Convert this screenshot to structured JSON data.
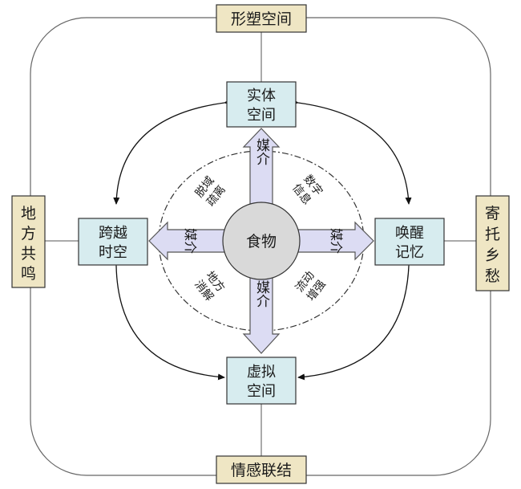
{
  "outer_labels": {
    "top": "形塑空间",
    "bottom": "情感联结",
    "left": "地方共鸣",
    "right": "寄托乡愁"
  },
  "inner_boxes": {
    "top": "实体空间",
    "bottom": "虚拟空间",
    "left": "跨越时空",
    "right": "唤醒记忆"
  },
  "center": "食物",
  "medium_label": "媒介",
  "quadrant_labels": {
    "top_left": "脱域疏离",
    "top_right": "数字信息",
    "bottom_left": "地方消解",
    "bottom_right": "流动增强"
  },
  "colors": {
    "beige": "#efe6c4",
    "light_blue": "#d7ecef",
    "purple_arrow": "#dcdcf3",
    "center_gray": "#d9d9d9"
  }
}
